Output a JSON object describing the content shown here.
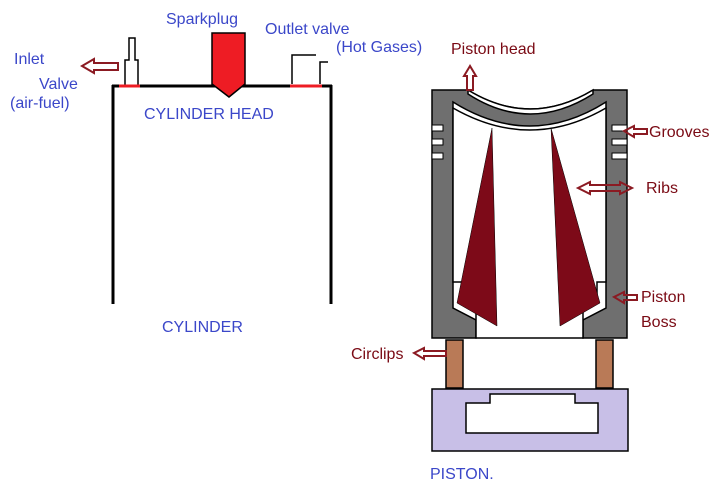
{
  "engine_labels": {
    "inlet": "Inlet",
    "valve": "Valve",
    "air_fuel": "(air-fuel)",
    "sparkplug": "Sparkplug",
    "outlet_valve": "Outlet valve",
    "hot_gases": "(Hot Gases)",
    "cylinder_head": "CYLINDER HEAD",
    "cylinder": "CYLINDER"
  },
  "piston_labels": {
    "piston_head": "Piston head",
    "grooves": "Grooves",
    "ribs": "Ribs",
    "piston": "Piston",
    "boss": "Boss",
    "circlips": "Circlips",
    "piston_caption": "PISTON."
  },
  "colors": {
    "engine_label": "#3b47c9",
    "piston_label": "#7a0a14",
    "arrow": "#8b1a22",
    "sparkplug": "#ee1c24",
    "piston_body": "#6f6f6f",
    "ribs": "#7d0a18",
    "circlip": "#b97a57",
    "pin_block": "#c8bfe7"
  }
}
